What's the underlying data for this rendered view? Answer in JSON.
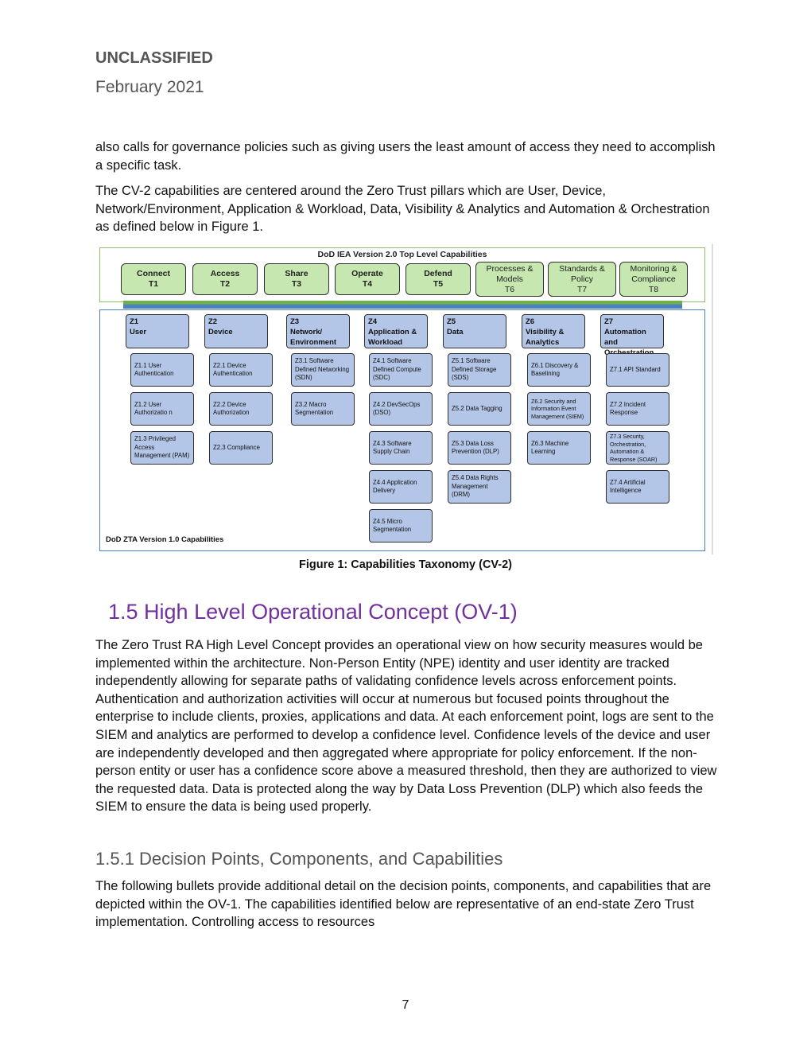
{
  "header": {
    "classification": "UNCLASSIFIED",
    "date": "February 2021"
  },
  "paragraphs": [
    "also calls for governance policies such as giving users the least amount of access they need to accomplish a specific task.",
    "The CV-2 capabilities are centered around the Zero Trust pillars which are User, Device, Network/Environment, Application & Workload, Data, Visibility & Analytics and Automation & Orchestration as defined below in Figure 1."
  ],
  "figure": {
    "top_title": "DoD IEA Version 2.0 Top Level Capabilities",
    "top_capabilities": [
      {
        "name": "Connect",
        "code": "T1"
      },
      {
        "name": "Access",
        "code": "T2"
      },
      {
        "name": "Share",
        "code": "T3"
      },
      {
        "name": "Operate",
        "code": "T4"
      },
      {
        "name": "Defend",
        "code": "T5"
      },
      {
        "name": "Processes & Models",
        "code": "T6"
      },
      {
        "name": "Standards & Policy",
        "code": "T7"
      },
      {
        "name": "Monitoring & Compliance",
        "code": "T8"
      }
    ],
    "bottom_title": "DoD ZTA Version 1.0 Capabilities",
    "pillars": [
      {
        "id": "Z1",
        "name": "User",
        "caps": [
          "Z1.1 User Authentication",
          "Z1.2 User Authorizatio n",
          "Z1.3 Privileged Access Management (PAM)"
        ]
      },
      {
        "id": "Z2",
        "name": "Device",
        "caps": [
          "Z2.1 Device Authentication",
          "Z2.2 Device Authorization",
          "Z2.3 Compliance"
        ]
      },
      {
        "id": "Z3",
        "name": "Network/ Environment",
        "caps": [
          "Z3.1 Software Defined Networking (SDN)",
          "Z3.2 Macro Segmentation"
        ]
      },
      {
        "id": "Z4",
        "name": "Application & Workload",
        "caps": [
          "Z4.1 Software Defined Compute (SDC)",
          "Z4.2 DevSecOps (DSO)",
          "Z4.3 Software Supply Chain",
          "Z4.4 Application Delivery",
          "Z4.5 Micro Segmentation"
        ]
      },
      {
        "id": "Z5",
        "name": "Data",
        "caps": [
          "Z5.1 Software Defined Storage (SDS)",
          "Z5.2 Data Tagging",
          "Z5.3 Data Loss Prevention (DLP)",
          "Z5.4 Data Rights Management (DRM)"
        ]
      },
      {
        "id": "Z6",
        "name": "Visibility & Analytics",
        "caps": [
          "Z6.1 Discovery & Baselining",
          "Z6.2 Security and Information Event Management (SIEM)",
          "Z6.3 Machine Learning"
        ]
      },
      {
        "id": "Z7",
        "name": "Automation and Orchestration",
        "caps": [
          "Z7.1 API Standard",
          "Z7.2 Incident Response",
          "Z7.3 Security, Orchestration, Automation & Response (SOAR)",
          "Z7.4 Artificial Intelligence"
        ]
      }
    ],
    "caption": "Figure 1: Capabilities Taxonomy (CV-2)"
  },
  "section": {
    "heading": "1.5  High Level Operational Concept (OV-1)",
    "body": "The Zero Trust RA High Level Concept provides an operational view on how security measures would be implemented within the architecture. Non-Person Entity (NPE) identity and user identity are tracked independently allowing for separate paths of validating confidence levels across enforcement points. Authentication and authorization activities will occur at numerous but focused points throughout the enterprise to include clients, proxies, applications and data. At each enforcement point, logs are sent to the SIEM and analytics are performed to develop a confidence level. Confidence levels of the device and user are independently developed and then aggregated where appropriate for policy enforcement. If the non-person entity or user has a confidence score above a measured threshold, then they are authorized to view the requested data. Data is protected along the way by Data Loss Prevention (DLP) which also feeds the SIEM to ensure the data is being used properly.",
    "subheading": "1.5.1 Decision Points, Components, and Capabilities",
    "sub_body": "The following bullets provide additional detail on the decision points, components, and capabilities that are depicted within the OV-1. The capabilities identified below are representative of an end-state Zero Trust implementation. Controlling access to resources"
  },
  "page_number": "7"
}
